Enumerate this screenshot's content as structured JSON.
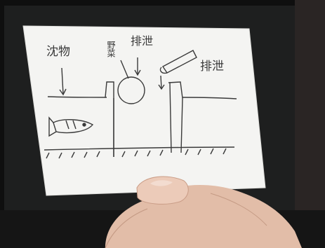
{
  "photo": {
    "note_card": {
      "labels": {
        "left": "沈物",
        "vertical": "野菜",
        "top": "排泄",
        "right": "排泄"
      }
    },
    "colors": {
      "background": "#0f0f0f",
      "paper": "#f4f4f2",
      "ink": "#3a3a3a",
      "skin": "#e7c4b1"
    }
  }
}
